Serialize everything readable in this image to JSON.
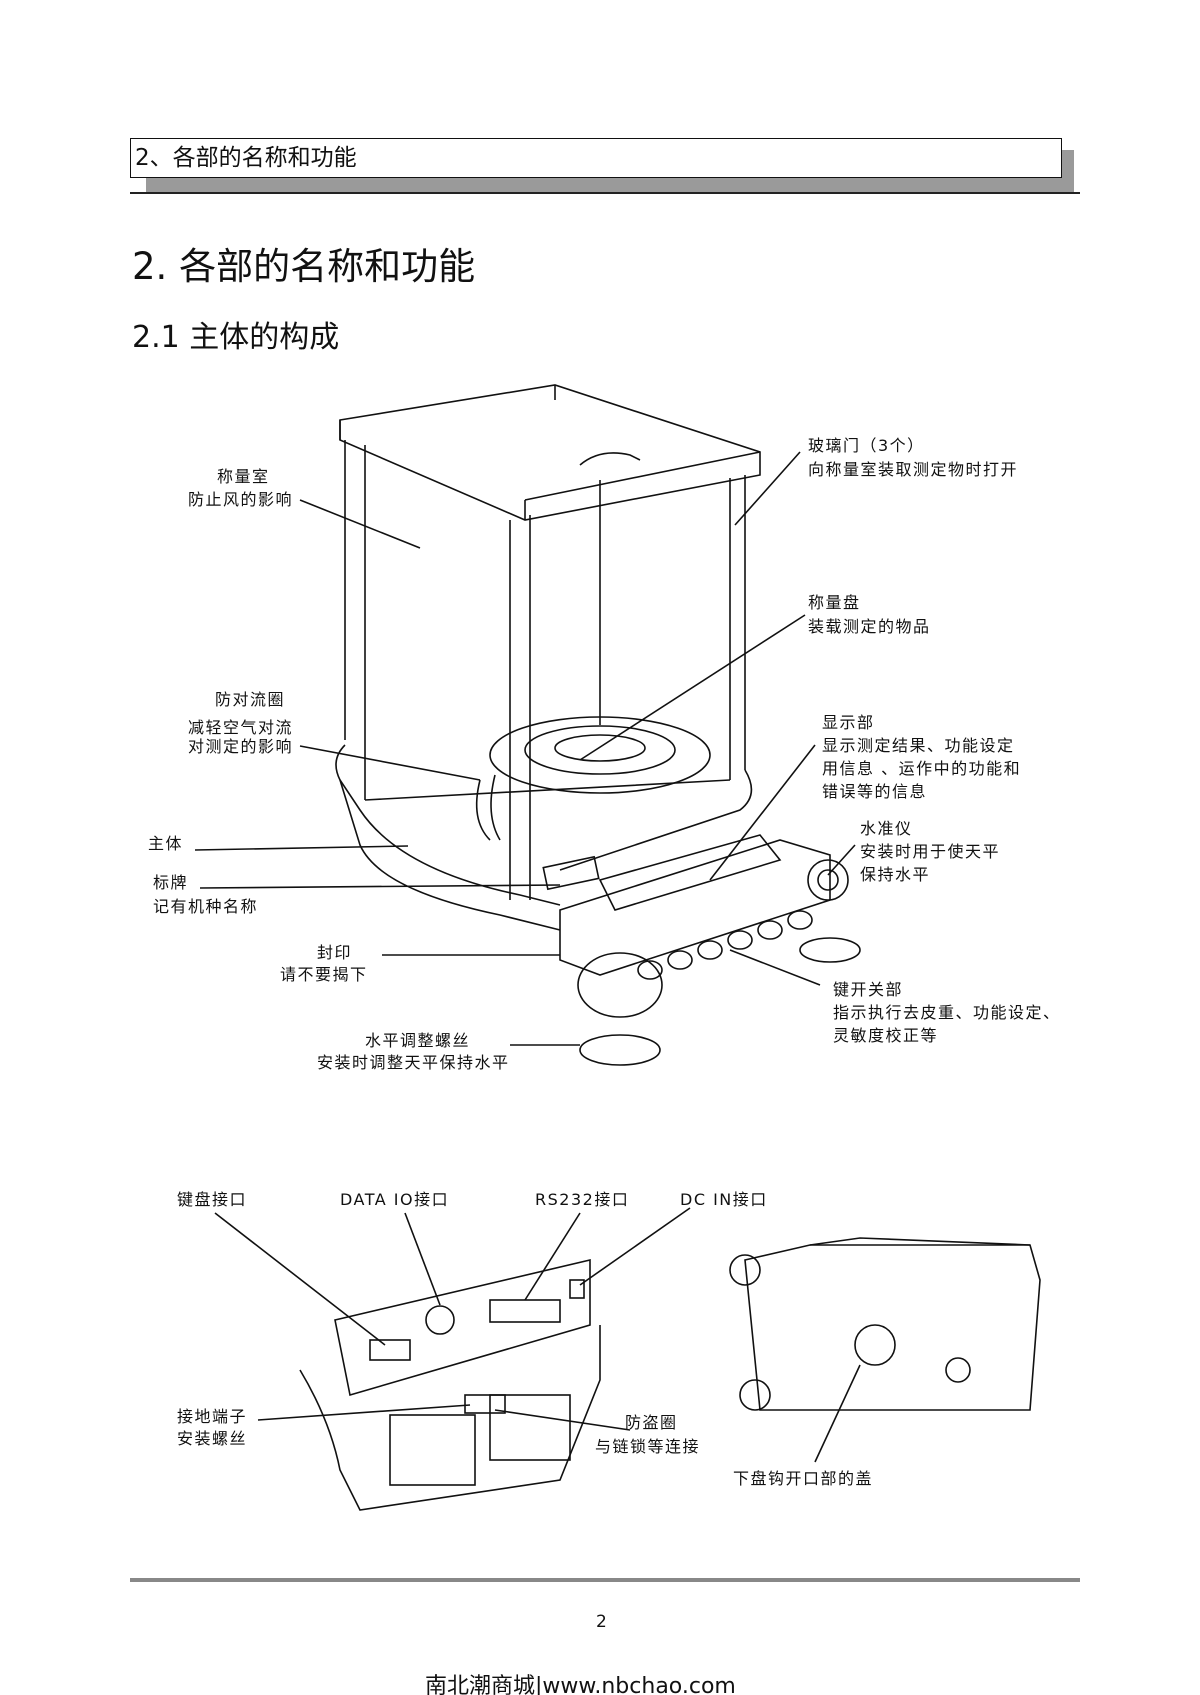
{
  "header": {
    "running_title": "2、各部的名称和功能"
  },
  "section": {
    "title": "2. 各部的名称和功能",
    "subsection": "2.1  主体的构成"
  },
  "front_labels": {
    "chamber": {
      "name": "称量室",
      "desc": "防止风的影响"
    },
    "ring": {
      "name": "防对流圈",
      "desc1": "减轻空气对流",
      "desc2": "对测定的影响"
    },
    "body": {
      "name": "主体"
    },
    "plate": {
      "name": "标牌",
      "desc": "记有机种名称"
    },
    "seal": {
      "name": "封印",
      "desc": "请不要揭下"
    },
    "foot": {
      "name": "水平调整螺丝",
      "desc": "安装时调整天平保持水平"
    },
    "door": {
      "name": "玻璃门（3个）",
      "desc": "向称量室装取测定物时打开"
    },
    "pan": {
      "name": "称量盘",
      "desc": "装载测定的物品"
    },
    "display": {
      "name": "显示部",
      "desc1": "显示测定结果、功能设定",
      "desc2": "用信息 、运作中的功能和",
      "desc3": "错误等的信息"
    },
    "level": {
      "name": "水准仪",
      "desc1": "安装时用于使天平",
      "desc2": "保持水平"
    },
    "keys": {
      "name": "键开关部",
      "desc1": "指示执行去皮重、功能设定、",
      "desc2": "灵敏度校正等"
    }
  },
  "rear_labels": {
    "keyboard": "键盘接口",
    "data_io": "DATA IO接口",
    "rs232": "RS232接口",
    "dc_in": "DC IN接口",
    "ground": {
      "name": "接地端子",
      "desc": "安装螺丝"
    },
    "antitheft": {
      "name": "防盗圈",
      "desc": "与链锁等连接"
    },
    "hook_cover": "下盘钩开口部的盖"
  },
  "page_number": "2",
  "footer": "南北潮商城|www.nbchao.com"
}
